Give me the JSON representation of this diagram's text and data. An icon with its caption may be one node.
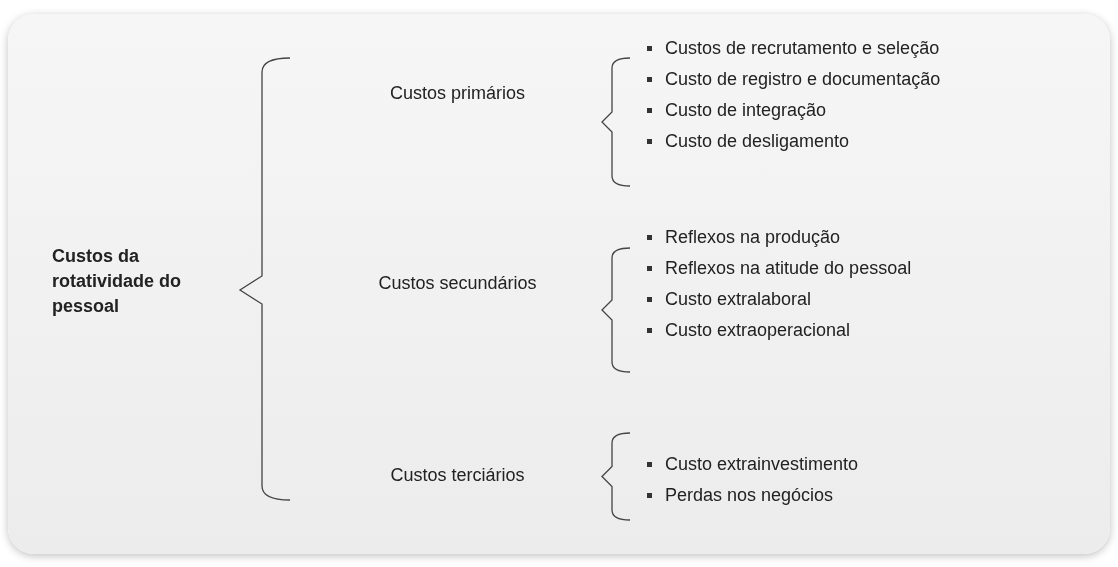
{
  "diagram": {
    "nodes": [
      {
        "text": [
          "Custos da rotatividade do pessoal"
        ]
      },
      {
        "text": [
          "Custos primários"
        ]
      },
      {
        "text": [
          "Custos de recrutamento e seleção",
          "Custo de registro e documentação",
          "Custo de integração",
          "Custo de desligamento"
        ]
      },
      {
        "text": [
          "Custos secundários"
        ]
      },
      {
        "text": [
          "Reflexos na produção",
          "Reflexos na atitude do pessoal",
          "Custo extralaboral",
          "Custo extraoperacional"
        ]
      },
      {
        "text": [
          "Custos terciários"
        ]
      },
      {
        "text": [
          "Custo extrainvestimento",
          "Perdas nos negócios"
        ]
      }
    ]
  }
}
